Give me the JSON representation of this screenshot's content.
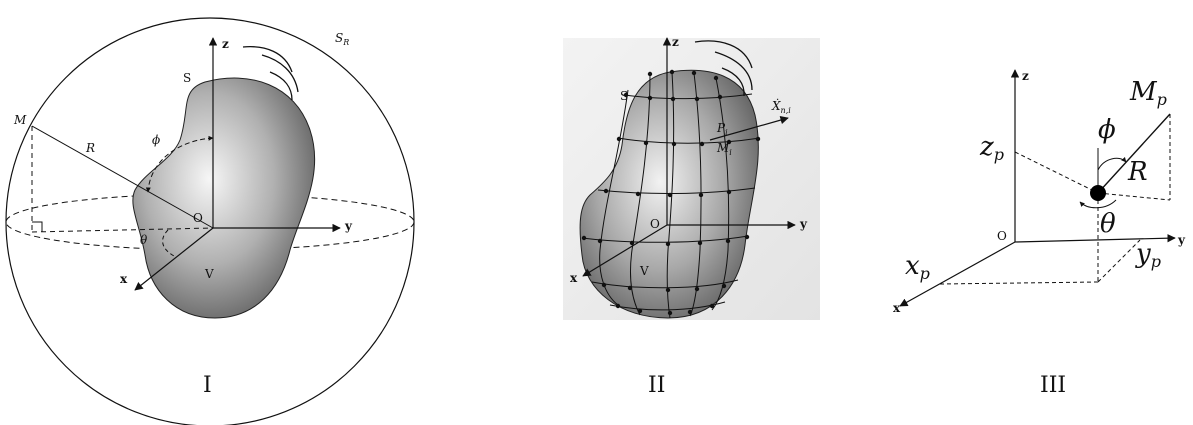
{
  "colors": {
    "stroke": "#111111",
    "body_light": "#f4f4f4",
    "body_dark": "#6e6e6e",
    "background": "#ffffff"
  },
  "panel1": {
    "caption": "I",
    "axis_z": "z",
    "axis_y": "y",
    "axis_x": "x",
    "origin": "O",
    "surface": "S",
    "volume": "V",
    "sphere": "S",
    "sphere_sub": "R",
    "point": "M",
    "radius": "R",
    "phi": "ϕ",
    "theta": "θ"
  },
  "panel2": {
    "caption": "II",
    "axis_z": "z",
    "axis_y": "y",
    "axis_x": "x",
    "origin": "O",
    "surface": "S",
    "volume": "V",
    "p_label": "P",
    "p_sub": "i",
    "m_label": "M",
    "m_sub": "i",
    "x_label": "Ẋ",
    "x_sub": "n,i"
  },
  "panel3": {
    "caption": "III",
    "axis_z": "z",
    "axis_y": "y",
    "axis_x": "x",
    "origin": "O",
    "mp": "M",
    "mp_sub": "p",
    "zp": "z",
    "zp_sub": "p",
    "xp": "x",
    "xp_sub": "p",
    "yp": "y",
    "yp_sub": "p",
    "phi": "ϕ",
    "theta": "θ",
    "radius": "R"
  }
}
